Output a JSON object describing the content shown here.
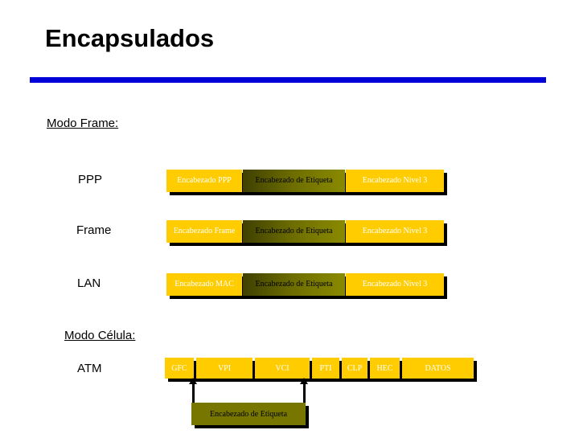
{
  "slide": {
    "title": "Encapsulados",
    "accent_color": "#0000d8",
    "yellow": "#ffcc00",
    "olive": "#767600"
  },
  "frame_mode": {
    "heading": "Modo Frame:",
    "rows": [
      {
        "label": "PPP",
        "segments": [
          {
            "text": "Encabezado PPP"
          },
          {
            "text": "Encabezado de Etiqueta"
          },
          {
            "text": "Encabezado Nivel 3"
          }
        ]
      },
      {
        "label": "Frame",
        "segments": [
          {
            "text": "Encabezado Frame"
          },
          {
            "text": "Encabezado de Etiqueta"
          },
          {
            "text": "Encabezado Nivel 3"
          }
        ]
      },
      {
        "label": "LAN",
        "segments": [
          {
            "text": "Encabezado MAC"
          },
          {
            "text": "Encabezado de Etiqueta"
          },
          {
            "text": "Encabezado Nivel 3"
          }
        ]
      }
    ]
  },
  "cell_mode": {
    "heading": "Modo Célula:",
    "row_label": "ATM",
    "fields": [
      "GFC",
      "VPI",
      "VCI",
      "PTI",
      "CLP",
      "HEC",
      "DATOS"
    ],
    "callout": "Encabezado de Etiqueta",
    "callout_targets": [
      "VPI",
      "VCI"
    ]
  }
}
